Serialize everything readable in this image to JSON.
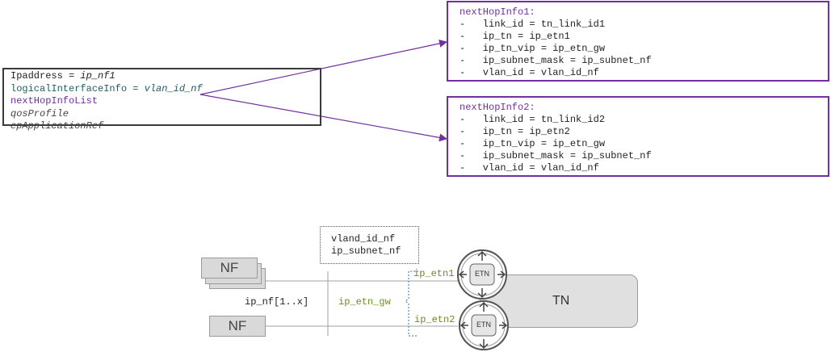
{
  "endpoint": {
    "ip_address_label": "Ipaddress = ",
    "ip_address_value": "ip_nf1",
    "logical_interface_label": "logicalInterfaceInfo = ",
    "logical_interface_value": "vlan_id_nf",
    "next_hop_list": "nextHopInfoList",
    "qos_profile": "qosProfile",
    "ep_application_ref": "epApplicationRef"
  },
  "next_hops": [
    {
      "title": "nextHopInfo1:",
      "lines": [
        "-   link_id = tn_link_id1",
        "-   ip_tn = ip_etn1",
        "-   ip_tn_vip = ip_etn_gw",
        "-   ip_subnet_mask = ip_subnet_nf",
        "-   vlan_id = vlan_id_nf"
      ]
    },
    {
      "title": "nextHopInfo2:",
      "lines": [
        "-   link_id = tn_link_id2",
        "-   ip_tn = ip_etn2",
        "-   ip_tn_vip = ip_etn_gw",
        "-   ip_subnet_mask = ip_subnet_nf",
        "-   vlan_id = vlan_id_nf"
      ]
    }
  ],
  "topology": {
    "vlan_box_line1": "vland_id_nf",
    "vlan_box_line2": "ip_subnet_nf",
    "nf_top_label": "NF",
    "nf_bottom_label": "NF",
    "ip_nf_label": "ip_nf[1..x]",
    "gateway_label": "ip_etn_gw",
    "etn1_ip_label": "ip_etn1",
    "etn2_ip_label": "ip_etn2",
    "etn1_label": "ETN",
    "etn2_label": "ETN",
    "tn_label": "TN"
  },
  "colors": {
    "purple": "#7030a0",
    "olive": "#6b8e23",
    "teal": "#1f5e5e",
    "link_line": "#9a9a9a",
    "dashed_blue": "#2e75b6"
  }
}
